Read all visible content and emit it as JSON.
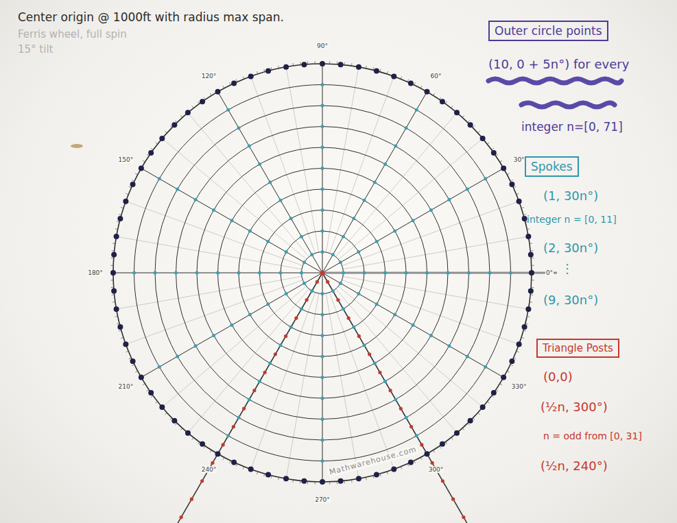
{
  "diagram": {
    "nodes": [
      {
        "text": [
          "Outer circle points"
        ]
      },
      {
        "text": [
          "Spokes"
        ]
      },
      {
        "text": [
          "Triangle Posts"
        ]
      }
    ],
    "labels": [
      "Center origin @ 1000ft with radius max span.",
      "Ferris wheel, full spin",
      "15° tilt",
      "(10, 0 + 5n°) for every",
      "integer n=[0, 71]",
      "(1, 30n°)",
      "integer n = [0, 11]",
      "(2, 30n°)",
      "⋮",
      "(9, 30n°)",
      "(0,0)",
      "(½n, 300°)",
      "n = odd from [0, 31]",
      "(½n, 240°)",
      "Mathwarehouse.com",
      "0°",
      "30°",
      "60°",
      "90°",
      "120°",
      "150°",
      "180°",
      "210°",
      "240°",
      "270°",
      "300°",
      "330°"
    ]
  }
}
